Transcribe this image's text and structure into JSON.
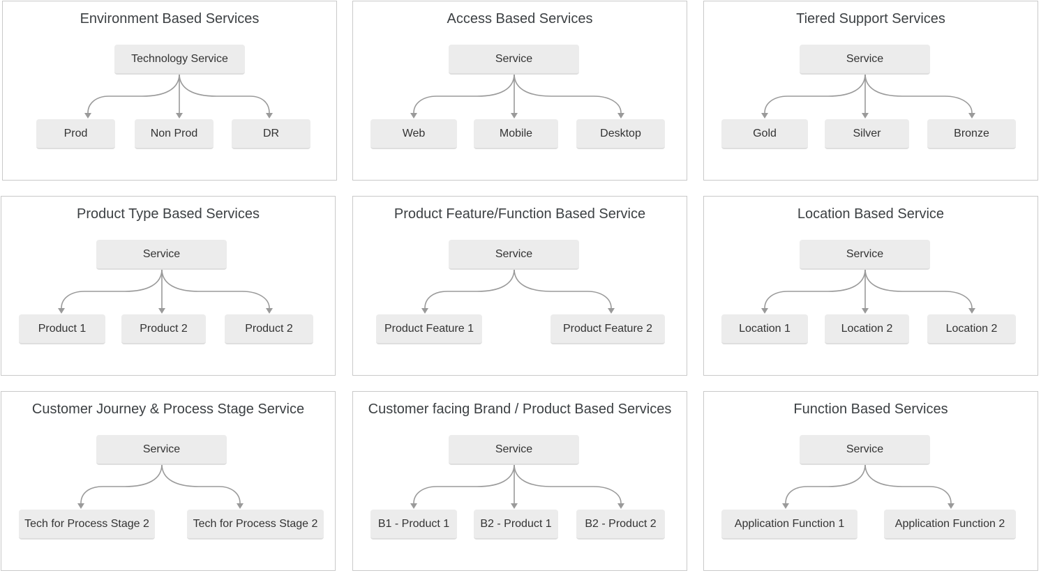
{
  "panels": [
    {
      "title": "Environment Based Services",
      "root": "Technology Service",
      "children": [
        "Prod",
        "Non Prod",
        "DR"
      ]
    },
    {
      "title": "Access Based Services",
      "root": "Service",
      "children": [
        "Web",
        "Mobile",
        "Desktop"
      ]
    },
    {
      "title": "Tiered Support Services",
      "root": "Service",
      "children": [
        "Gold",
        "Silver",
        "Bronze"
      ]
    },
    {
      "title": "Product Type Based Services",
      "root": "Service",
      "children": [
        "Product 1",
        "Product 2",
        "Product 2"
      ]
    },
    {
      "title": "Product Feature/Function Based Service",
      "root": "Service",
      "children": [
        "Product Feature 1",
        "Product Feature 2"
      ]
    },
    {
      "title": "Location Based Service",
      "root": "Service",
      "children": [
        "Location 1",
        "Location 2",
        "Location 2"
      ]
    },
    {
      "title": "Customer Journey & Process Stage Service",
      "root": "Service",
      "children": [
        "Tech for Process Stage 2",
        "Tech for Process Stage 2"
      ]
    },
    {
      "title": "Customer facing Brand / Product Based Services",
      "root": "Service",
      "children": [
        "B1 - Product 1",
        "B2 - Product 1",
        "B2 - Product 2"
      ]
    },
    {
      "title": "Function Based Services",
      "root": "Service",
      "children": [
        "Application Function 1",
        "Application Function 2"
      ]
    }
  ],
  "colors": {
    "panel_border": "#c9c9c9",
    "node_fill": "#ececec",
    "connector": "#9a9a9a",
    "text": "#3c4043"
  }
}
